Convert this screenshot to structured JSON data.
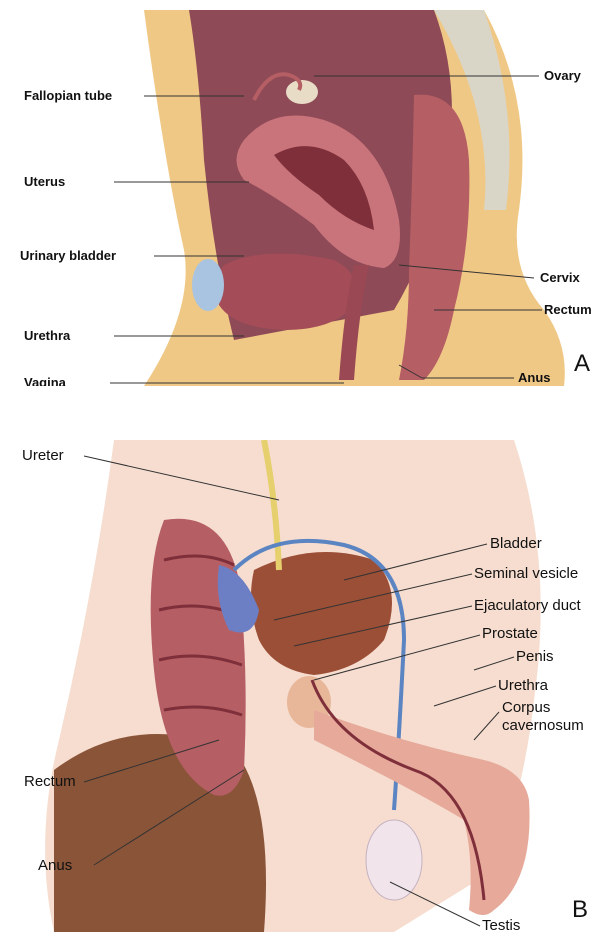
{
  "panel_a": {
    "letter": "A",
    "labels": {
      "fallopian_tube": "Fallopian tube",
      "ovary": "Ovary",
      "uterus": "Uterus",
      "urinary_bladder": "Urinary bladder",
      "cervix": "Cervix",
      "urethra": "Urethra",
      "rectum": "Rectum",
      "vagina": "Vagina",
      "anus": "Anus"
    }
  },
  "panel_b": {
    "letter": "B",
    "labels": {
      "ureter": "Ureter",
      "bladder": "Bladder",
      "seminal_vesicle": "Seminal vesicle",
      "ejaculatory_duct": "Ejaculatory duct",
      "prostate": "Prostate",
      "penis": "Penis",
      "urethra": "Urethra",
      "corpus_1": "Corpus",
      "corpus_2": "cavernosum",
      "rectum": "Rectum",
      "anus": "Anus",
      "testis": "Testis"
    }
  },
  "colors": {
    "skin": "#f0c886",
    "tissue": "#b55e64",
    "tissue_dark": "#7f2f3a",
    "cavity": "#8e4a56",
    "bladder_fill": "#a8c4e0",
    "vein": "#5b84c2",
    "nerve": "#e6cf6d"
  }
}
